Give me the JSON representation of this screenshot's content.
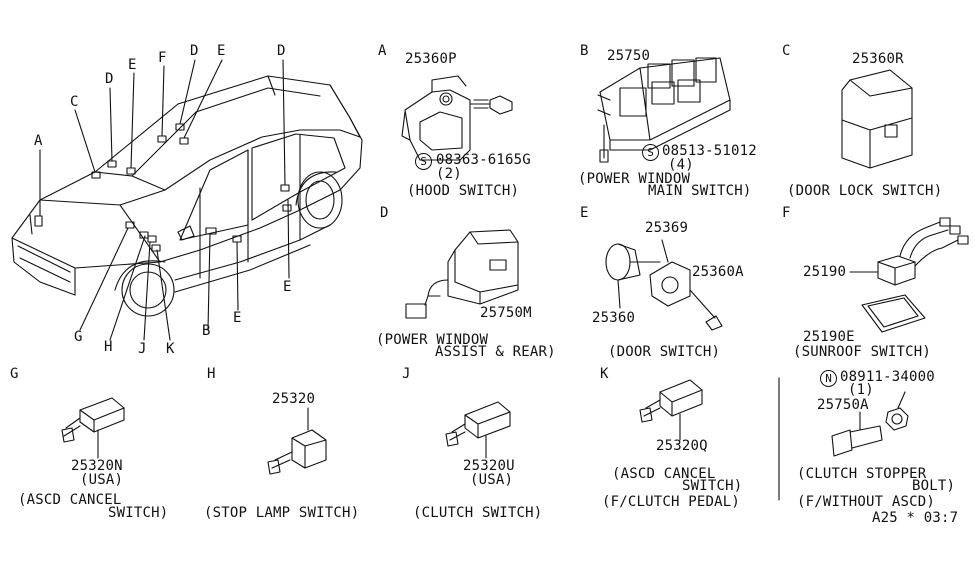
{
  "car": {
    "labels": {
      "A": "A",
      "B": "B",
      "C": "C",
      "D1": "D",
      "D2": "D",
      "D3": "D",
      "E1": "E",
      "E2": "E",
      "E3": "E",
      "E4": "E",
      "F": "F",
      "G": "G",
      "H": "H",
      "J": "J",
      "K": "K"
    }
  },
  "sections": {
    "A": {
      "letter": "A",
      "part": "25360P",
      "fastener_prefix": "S",
      "fastener": "08363-6165G",
      "qty": "(2)",
      "caption": "(HOOD SWITCH)"
    },
    "B": {
      "letter": "B",
      "part": "25750",
      "fastener_prefix": "S",
      "fastener": "08513-51012",
      "qty": "(4)",
      "caption1": "(POWER WINDOW",
      "caption2": "MAIN SWITCH)"
    },
    "C": {
      "letter": "C",
      "part": "25360R",
      "caption": "(DOOR LOCK SWITCH)"
    },
    "D": {
      "letter": "D",
      "part": "25750M",
      "caption1": "(POWER WINDOW",
      "caption2": "ASSIST & REAR)"
    },
    "E": {
      "letter": "E",
      "part1": "25369",
      "part2": "25360A",
      "part3": "25360",
      "caption": "(DOOR SWITCH)"
    },
    "F": {
      "letter": "F",
      "part1": "25190",
      "part2": "25190E",
      "caption": "(SUNROOF SWITCH)"
    },
    "G": {
      "letter": "G",
      "part": "25320N",
      "note": "(USA)",
      "caption1": "(ASCD CANCEL",
      "caption2": "SWITCH)"
    },
    "H": {
      "letter": "H",
      "part": "25320",
      "caption": "(STOP LAMP SWITCH)"
    },
    "J": {
      "letter": "J",
      "part": "25320U",
      "note": "(USA)",
      "caption": "(CLUTCH SWITCH)"
    },
    "K": {
      "letter": "K",
      "part": "25320Q",
      "caption1": "(ASCD CANCEL",
      "caption2": "SWITCH)",
      "caption3": "(F/CLUTCH PEDAL)"
    },
    "L": {
      "fastener_prefix": "N",
      "fastener": "08911-34000",
      "qty": "(1)",
      "part": "25750A",
      "caption1": "(CLUTCH STOPPER",
      "caption2": "BOLT)",
      "caption3": "(F/WITHOUT ASCD)"
    }
  },
  "footer": {
    "code": "A25 * 03:7"
  }
}
